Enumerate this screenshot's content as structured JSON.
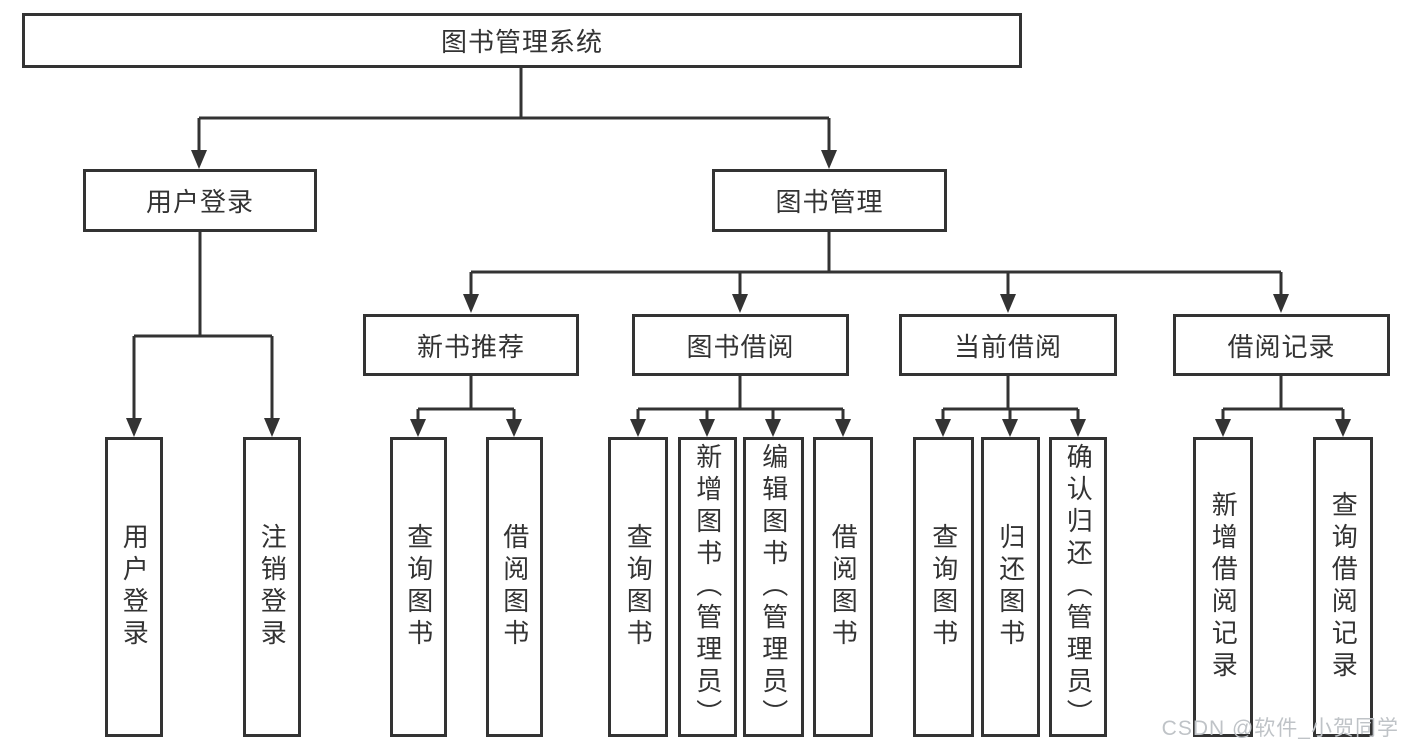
{
  "diagram": {
    "type": "tree",
    "title": "图书管理系统",
    "hierarchy": {
      "label": "图书管理系统",
      "children": [
        {
          "label": "用户登录",
          "children": [
            {
              "label": "用户登录"
            },
            {
              "label": "注销登录"
            }
          ]
        },
        {
          "label": "图书管理",
          "children": [
            {
              "label": "新书推荐",
              "children": [
                {
                  "label": "查询图书"
                },
                {
                  "label": "借阅图书"
                }
              ]
            },
            {
              "label": "图书借阅",
              "children": [
                {
                  "label": "查询图书"
                },
                {
                  "label": "新增图书（管理员）"
                },
                {
                  "label": "编辑图书（管理员）"
                },
                {
                  "label": "借阅图书"
                }
              ]
            },
            {
              "label": "当前借阅",
              "children": [
                {
                  "label": "查询图书"
                },
                {
                  "label": "归还图书"
                },
                {
                  "label": "确认归还（管理员）"
                }
              ]
            },
            {
              "label": "借阅记录",
              "children": [
                {
                  "label": "新增借阅记录"
                },
                {
                  "label": "查询借阅记录"
                }
              ]
            }
          ]
        }
      ]
    }
  },
  "nodes": {
    "root": "图书管理系统",
    "user_login": "用户登录",
    "book_mgmt": "图书管理",
    "leaf_user_login": "用户登录",
    "leaf_logout": "注销登录",
    "new_book_rec": "新书推荐",
    "book_borrow": "图书借阅",
    "current_borrow": "当前借阅",
    "borrow_records": "借阅记录",
    "nbr_query": "查询图书",
    "nbr_borrow": "借阅图书",
    "bb_query": "查询图书",
    "bb_add": "新增图书（管理员）",
    "bb_edit": "编辑图书（管理员）",
    "bb_borrow": "借阅图书",
    "cb_query": "查询图书",
    "cb_return": "归还图书",
    "cb_confirm": "确认归还（管理员）",
    "br_add": "新增借阅记录",
    "br_query": "查询借阅记录"
  },
  "watermark": "CSDN @软件_小贺同学",
  "colors": {
    "line": "#333333",
    "text": "#333333",
    "background": "#ffffff",
    "watermark": "#bfc3c7"
  }
}
